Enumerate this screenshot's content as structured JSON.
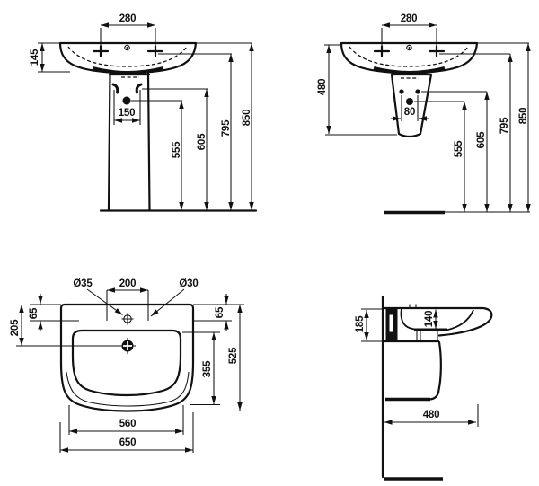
{
  "colors": {
    "line": "#111111",
    "background": "#ffffff"
  },
  "views": {
    "front_pedestal": {
      "dims": {
        "tap_hole_spacing": "280",
        "basin_rim_height": "145",
        "pedestal_back_width": "150",
        "drain_height": "555",
        "fixing_hole_height": "605",
        "tap_deck_height": "795",
        "overall_height": "850"
      }
    },
    "front_semi_pedestal": {
      "dims": {
        "tap_hole_spacing": "280",
        "semi_pedestal_height": "480",
        "fixing_hole_spacing": "80",
        "drain_height": "555",
        "fixing_hole_height": "605",
        "tap_deck_height": "795",
        "overall_height": "850"
      }
    },
    "plan": {
      "dims": {
        "tap_hole_diameter": "Ø35",
        "tap_hole_spacing": "200",
        "secondary_hole_diameter": "Ø30",
        "tap_hole_offset_left": "65",
        "drain_offset": "205",
        "tap_hole_offset_right": "65",
        "bowl_depth": "355",
        "overall_depth": "525",
        "bowl_width": "560",
        "overall_width": "650"
      }
    },
    "side": {
      "dims": {
        "apron_height": "185",
        "bowl_inner_depth": "140",
        "overall_depth": "480"
      }
    }
  }
}
